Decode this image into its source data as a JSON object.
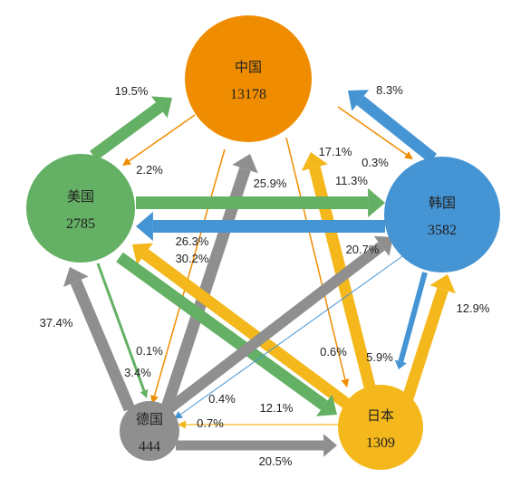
{
  "colors": {
    "china": "#f08c00",
    "usa": "#64b064",
    "korea": "#4594d4",
    "japan": "#f4b81c",
    "germany": "#8f8f8f"
  },
  "nodes": {
    "china": {
      "name": "中国",
      "value": "13178"
    },
    "usa": {
      "name": "美国",
      "value": "2785"
    },
    "korea": {
      "name": "韩国",
      "value": "3582"
    },
    "japan": {
      "name": "日本",
      "value": "1309"
    },
    "germany": {
      "name": "德国",
      "value": "444"
    }
  },
  "flows": [
    {
      "from": "usa",
      "to": "china",
      "share": "19.5%"
    },
    {
      "from": "china",
      "to": "usa",
      "share": "2.2%"
    },
    {
      "from": "korea",
      "to": "china",
      "share": "8.3%"
    },
    {
      "from": "china",
      "to": "korea",
      "share": "0.3%"
    },
    {
      "from": "japan",
      "to": "china",
      "share": "17.1%"
    },
    {
      "from": "china",
      "to": "japan",
      "share": "0.6%"
    },
    {
      "from": "germany",
      "to": "china",
      "share": "25.9%"
    },
    {
      "from": "china",
      "to": "germany",
      "share": "0.1%"
    },
    {
      "from": "usa",
      "to": "korea",
      "share": "11.3%"
    },
    {
      "from": "korea",
      "to": "usa",
      "share": "26.3%"
    },
    {
      "from": "japan",
      "to": "usa",
      "share": "30.2%"
    },
    {
      "from": "usa",
      "to": "japan",
      "share": "12.1%"
    },
    {
      "from": "usa",
      "to": "germany",
      "share": "3.4%"
    },
    {
      "from": "germany",
      "to": "usa",
      "share": "37.4%"
    },
    {
      "from": "germany",
      "to": "korea",
      "share": "20.7%"
    },
    {
      "from": "korea",
      "to": "germany",
      "share": "0.4%"
    },
    {
      "from": "korea",
      "to": "japan",
      "share": "5.9%"
    },
    {
      "from": "japan",
      "to": "korea",
      "share": "12.9%"
    },
    {
      "from": "germany",
      "to": "japan",
      "share": "20.5%"
    },
    {
      "from": "japan",
      "to": "germany",
      "share": "0.7%"
    }
  ]
}
